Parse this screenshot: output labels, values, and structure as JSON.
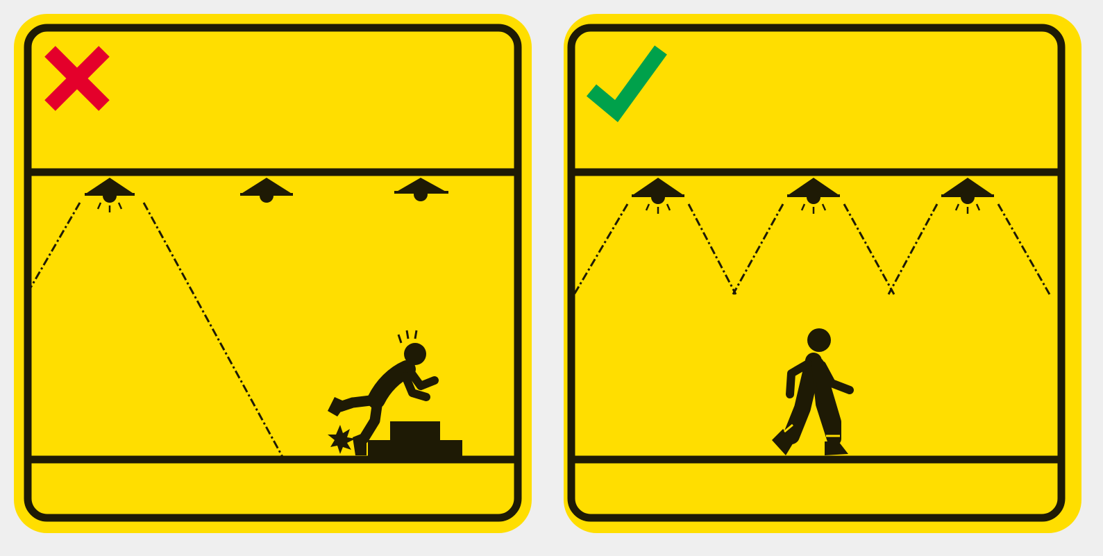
{
  "colors": {
    "page_background": "#efefef",
    "sign_yellow": "#ffde00",
    "ink": "#1e1a05",
    "wrong_red": "#e4002b",
    "right_green": "#00a14b"
  },
  "panels": [
    {
      "id": "wrong",
      "verdict_icon": "cross-mark-icon",
      "lamp_count": 3,
      "lit_lamp_count": 1,
      "figure": "person-tripping-over-step-icon",
      "obstacle": "steps-icon"
    },
    {
      "id": "right",
      "verdict_icon": "check-mark-icon",
      "lamp_count": 3,
      "lit_lamp_count": 3,
      "figure": "person-walking-icon"
    }
  ]
}
